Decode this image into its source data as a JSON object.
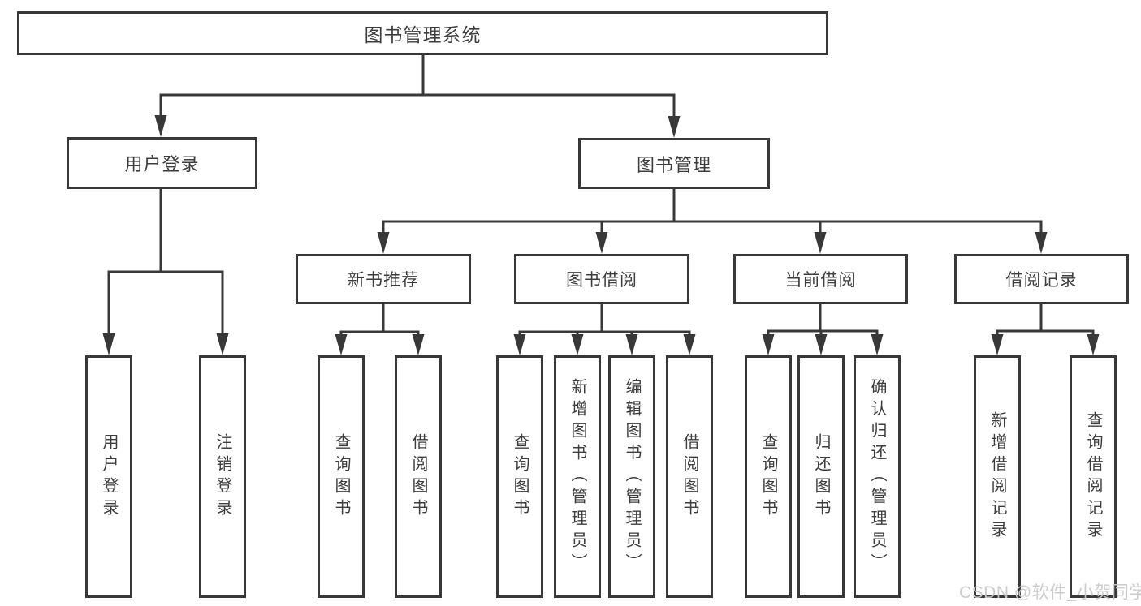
{
  "diagram": {
    "type": "tree",
    "orientation": "top-down",
    "title": "图书管理系统",
    "watermark": "CSDN @软件_小贺同学",
    "colors": {
      "line": "#383838",
      "box_fill": "#ffffff",
      "text": "#3d3d3d",
      "background": "#ffffff",
      "watermark_text": "#c9c9c9"
    }
  },
  "tree": {
    "root": {
      "label": "图书管理系统",
      "children": [
        "用户登录",
        "图书管理"
      ]
    },
    "level2": [
      {
        "label": "用户登录",
        "children": [
          "用户登录",
          "注销登录"
        ]
      },
      {
        "label": "图书管理",
        "children": [
          "新书推荐",
          "图书借阅",
          "当前借阅",
          "借阅记录"
        ]
      }
    ],
    "level3": [
      {
        "label": "新书推荐",
        "children": [
          "查询图书",
          "借阅图书"
        ]
      },
      {
        "label": "图书借阅",
        "children": [
          "查询图书",
          "新增图书（管理员）",
          "编辑图书（管理员）",
          "借阅图书"
        ]
      },
      {
        "label": "当前借阅",
        "children": [
          "查询图书",
          "归还图书",
          "确认归还（管理员）"
        ]
      },
      {
        "label": "借阅记录",
        "children": [
          "新增借阅记录",
          "查询借阅记录"
        ]
      }
    ],
    "leaves": [
      {
        "label": "用户登录"
      },
      {
        "label": "注销登录"
      },
      {
        "label": "查询图书"
      },
      {
        "label": "借阅图书"
      },
      {
        "label": "查询图书"
      },
      {
        "label": "新增图书（管理员）"
      },
      {
        "label": "编辑图书（管理员）"
      },
      {
        "label": "借阅图书"
      },
      {
        "label": "查询图书"
      },
      {
        "label": "归还图书"
      },
      {
        "label": "确认归还（管理员）"
      },
      {
        "label": "新增借阅记录"
      },
      {
        "label": "查询借阅记录"
      }
    ]
  }
}
